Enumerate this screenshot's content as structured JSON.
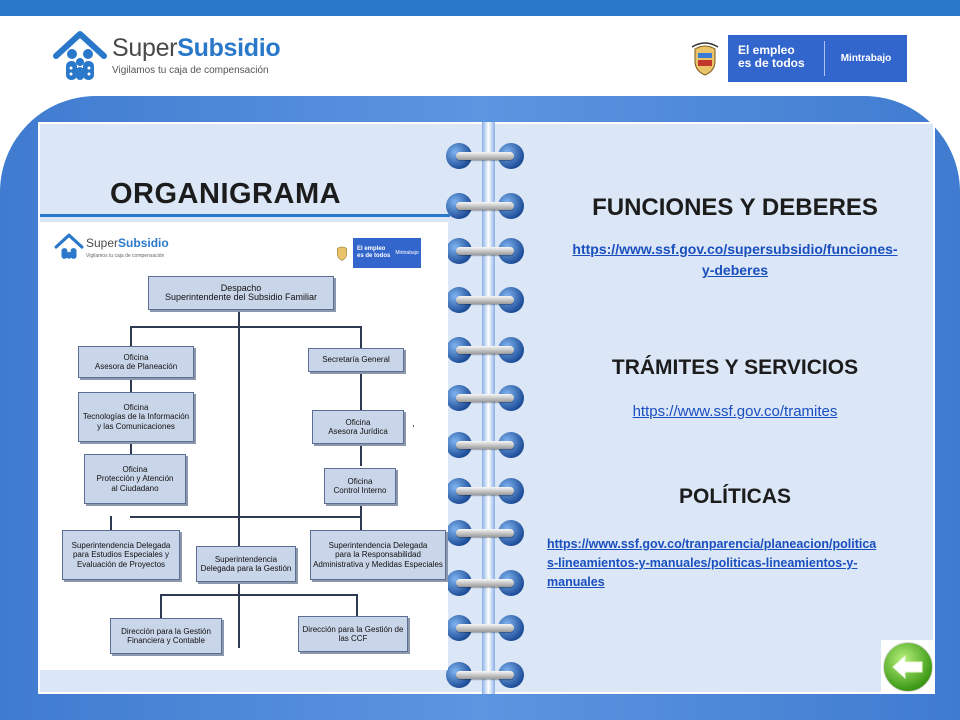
{
  "header": {
    "brand": {
      "name_part1": "Super",
      "name_part2": "Subsidio",
      "tagline": "Vigilamos tu caja de compensación"
    },
    "gov_badge": {
      "line1": "El empleo",
      "line2": "es de todos",
      "ministry": "Mintrabajo"
    }
  },
  "left_page": {
    "title": "ORGANIGRAMA",
    "chart": {
      "brand_part1": "Super",
      "brand_part2": "Subsidio",
      "brand_tagline": "Vigilamos tu caja de compensación",
      "gov_line1": "El empleo",
      "gov_line2": "es de todos",
      "gov_ministry": "Mintrabajo",
      "despacho": [
        "Despacho",
        "Superintendente del Subsidio Familiar"
      ],
      "oficina_planeacion": [
        "Oficina",
        "Asesora de Planeación"
      ],
      "oficina_tic": [
        "Oficina",
        "Tecnologías de la Información",
        "y las Comunicaciones"
      ],
      "oficina_proteccion": [
        "Oficina",
        "Protección y Atención",
        "al Ciudadano"
      ],
      "secretaria": "Secretaría General",
      "oficina_juridica": [
        "Oficina",
        "Asesora Jurídica"
      ],
      "oficina_control": [
        "Oficina",
        "Control Interno"
      ],
      "delegada_estudios": [
        "Superintendencia Delegada",
        "para Estudios Especiales y",
        "Evaluación de Proyectos"
      ],
      "delegada_gestion": [
        "Superintendencia",
        "Delegada para la Gestión"
      ],
      "delegada_responsabilidad": [
        "Superintendencia Delegada",
        "para la Responsabilidad",
        "Administrativa y Medidas Especiales"
      ],
      "direccion_financiera": [
        "Dirección para la Gestión",
        "Financiera y Contable"
      ],
      "direccion_ccf": [
        "Dirección para la Gestión de",
        "las CCF"
      ],
      "stray_mark": ","
    }
  },
  "right_page": {
    "funciones": {
      "title": "FUNCIONES Y DEBERES",
      "link_line1": "https://www.ssf.gov.co/supersubsidio/funciones-",
      "link_line2": "y-deberes"
    },
    "tramites": {
      "title": "TRÁMITES Y SERVICIOS",
      "link": "https://www.ssf.gov.co/tramites"
    },
    "politicas": {
      "title": "POLÍTICAS",
      "link_line1": "https://www.ssf.gov.co/tranparencia/planeacion/politica",
      "link_line2": "s-lineamientos-y-manuales/politicas-lineamientos-y-",
      "link_line3": "manuales"
    }
  },
  "icons": {
    "brand": "house-family-logo-icon",
    "gov": "colombia-shield-icon",
    "back": "back-arrow-icon"
  },
  "colors": {
    "brand_blue": "#2a78c9",
    "gov_blue": "#3366cc",
    "link_blue": "#1a4fbf",
    "back_green": "#3f9a18"
  }
}
